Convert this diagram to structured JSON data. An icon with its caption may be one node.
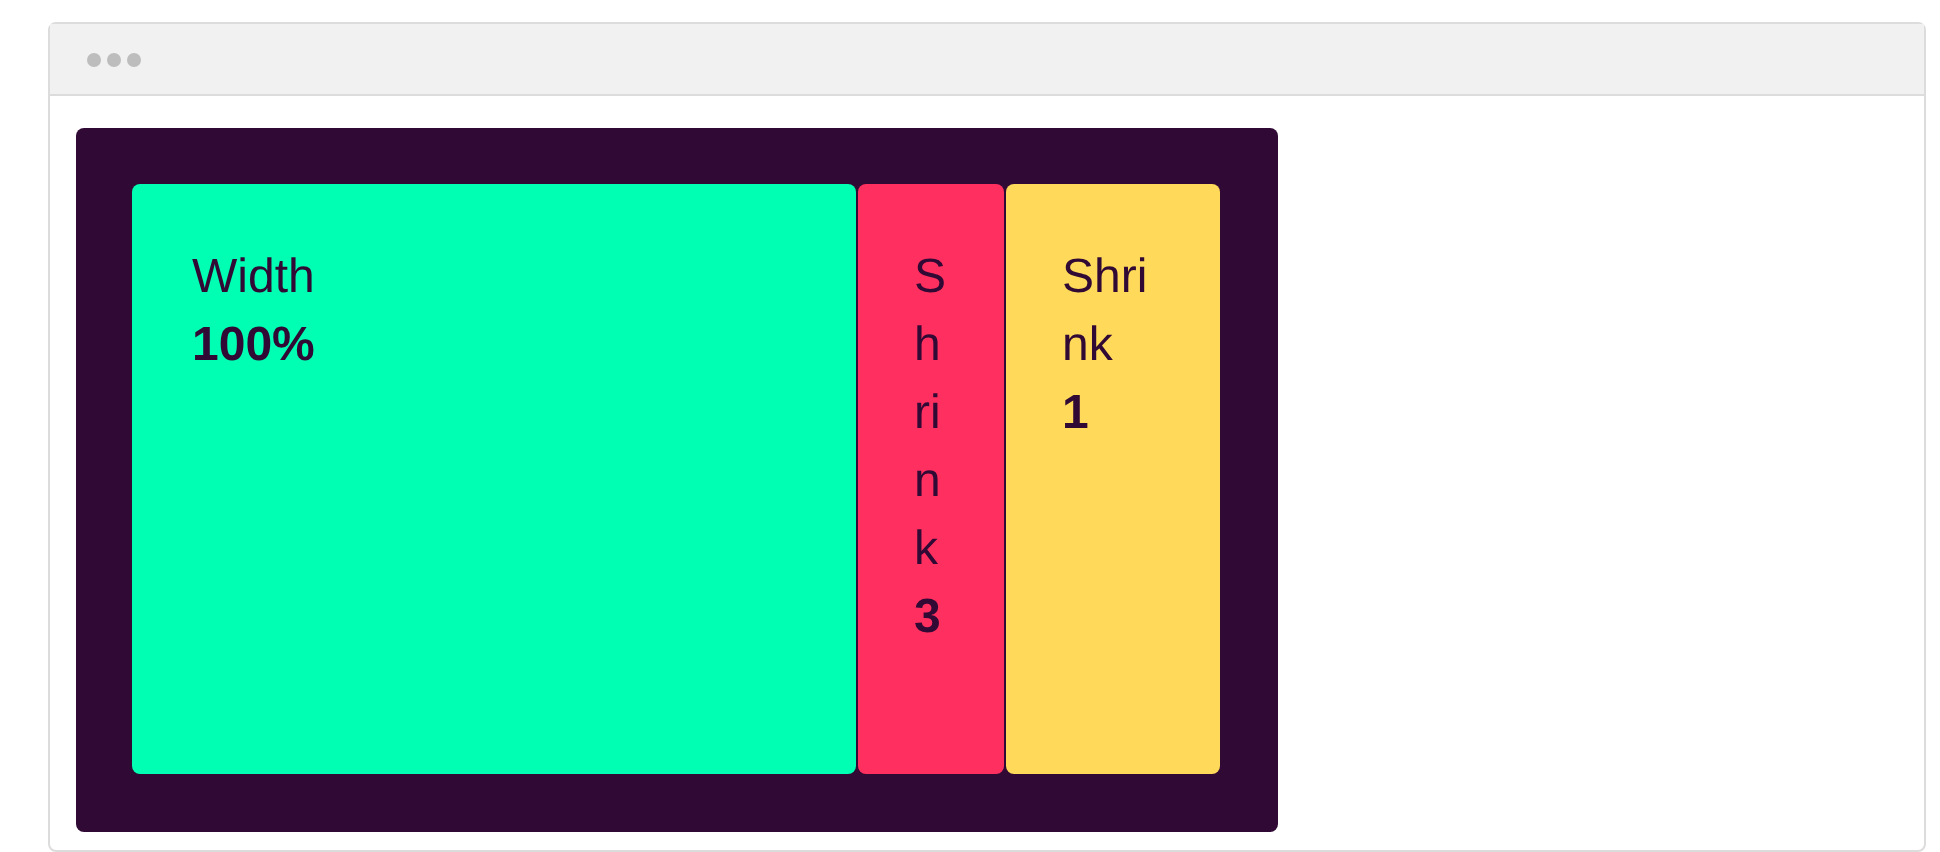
{
  "diagram": {
    "nodes": [
      {
        "text": [],
        "shape": "box"
      },
      {
        "text": [
          "Width",
          "100%"
        ],
        "in": 0
      },
      {
        "text": [
          "Shrink",
          "3"
        ],
        "in": 0
      },
      {
        "text": [
          "Shrink",
          "1"
        ],
        "in": 0
      }
    ]
  }
}
